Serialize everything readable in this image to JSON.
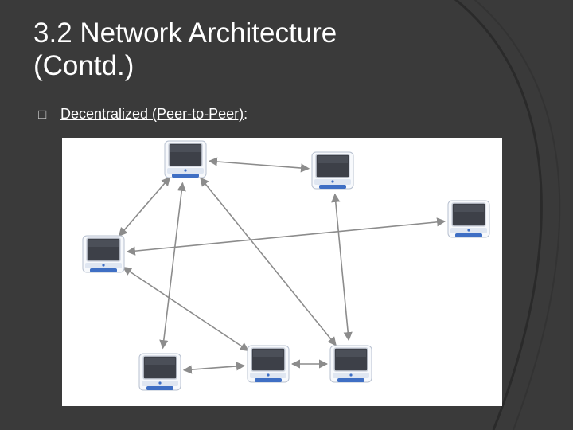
{
  "slide": {
    "title_line1": "3.2 Network Architecture",
    "title_line2": "(Contd.)",
    "bullet_glyph": "□",
    "subtitle_main": "Decentralized (Peer-to-Peer)",
    "subtitle_suffix": ":"
  },
  "colors": {
    "background": "#3a3a3a",
    "arc": "#2a2a2a",
    "text": "#ffffff",
    "arrow": "#8c8c8c",
    "computer_body": "#e9eef6",
    "computer_screen": "#3d4048",
    "computer_base": "#3f6fc4"
  },
  "diagram": {
    "icon": "computer-icon",
    "nodes": [
      "top-left",
      "top-middle",
      "right",
      "left",
      "bottom-left",
      "bottom-middle",
      "bottom-right"
    ],
    "edges": [
      [
        "top-left",
        "top-middle"
      ],
      [
        "top-left",
        "left"
      ],
      [
        "top-left",
        "bottom-left"
      ],
      [
        "top-left",
        "bottom-right"
      ],
      [
        "top-middle",
        "bottom-right"
      ],
      [
        "left",
        "right"
      ],
      [
        "left",
        "bottom-middle"
      ],
      [
        "bottom-left",
        "bottom-middle"
      ],
      [
        "bottom-middle",
        "bottom-right"
      ]
    ]
  }
}
